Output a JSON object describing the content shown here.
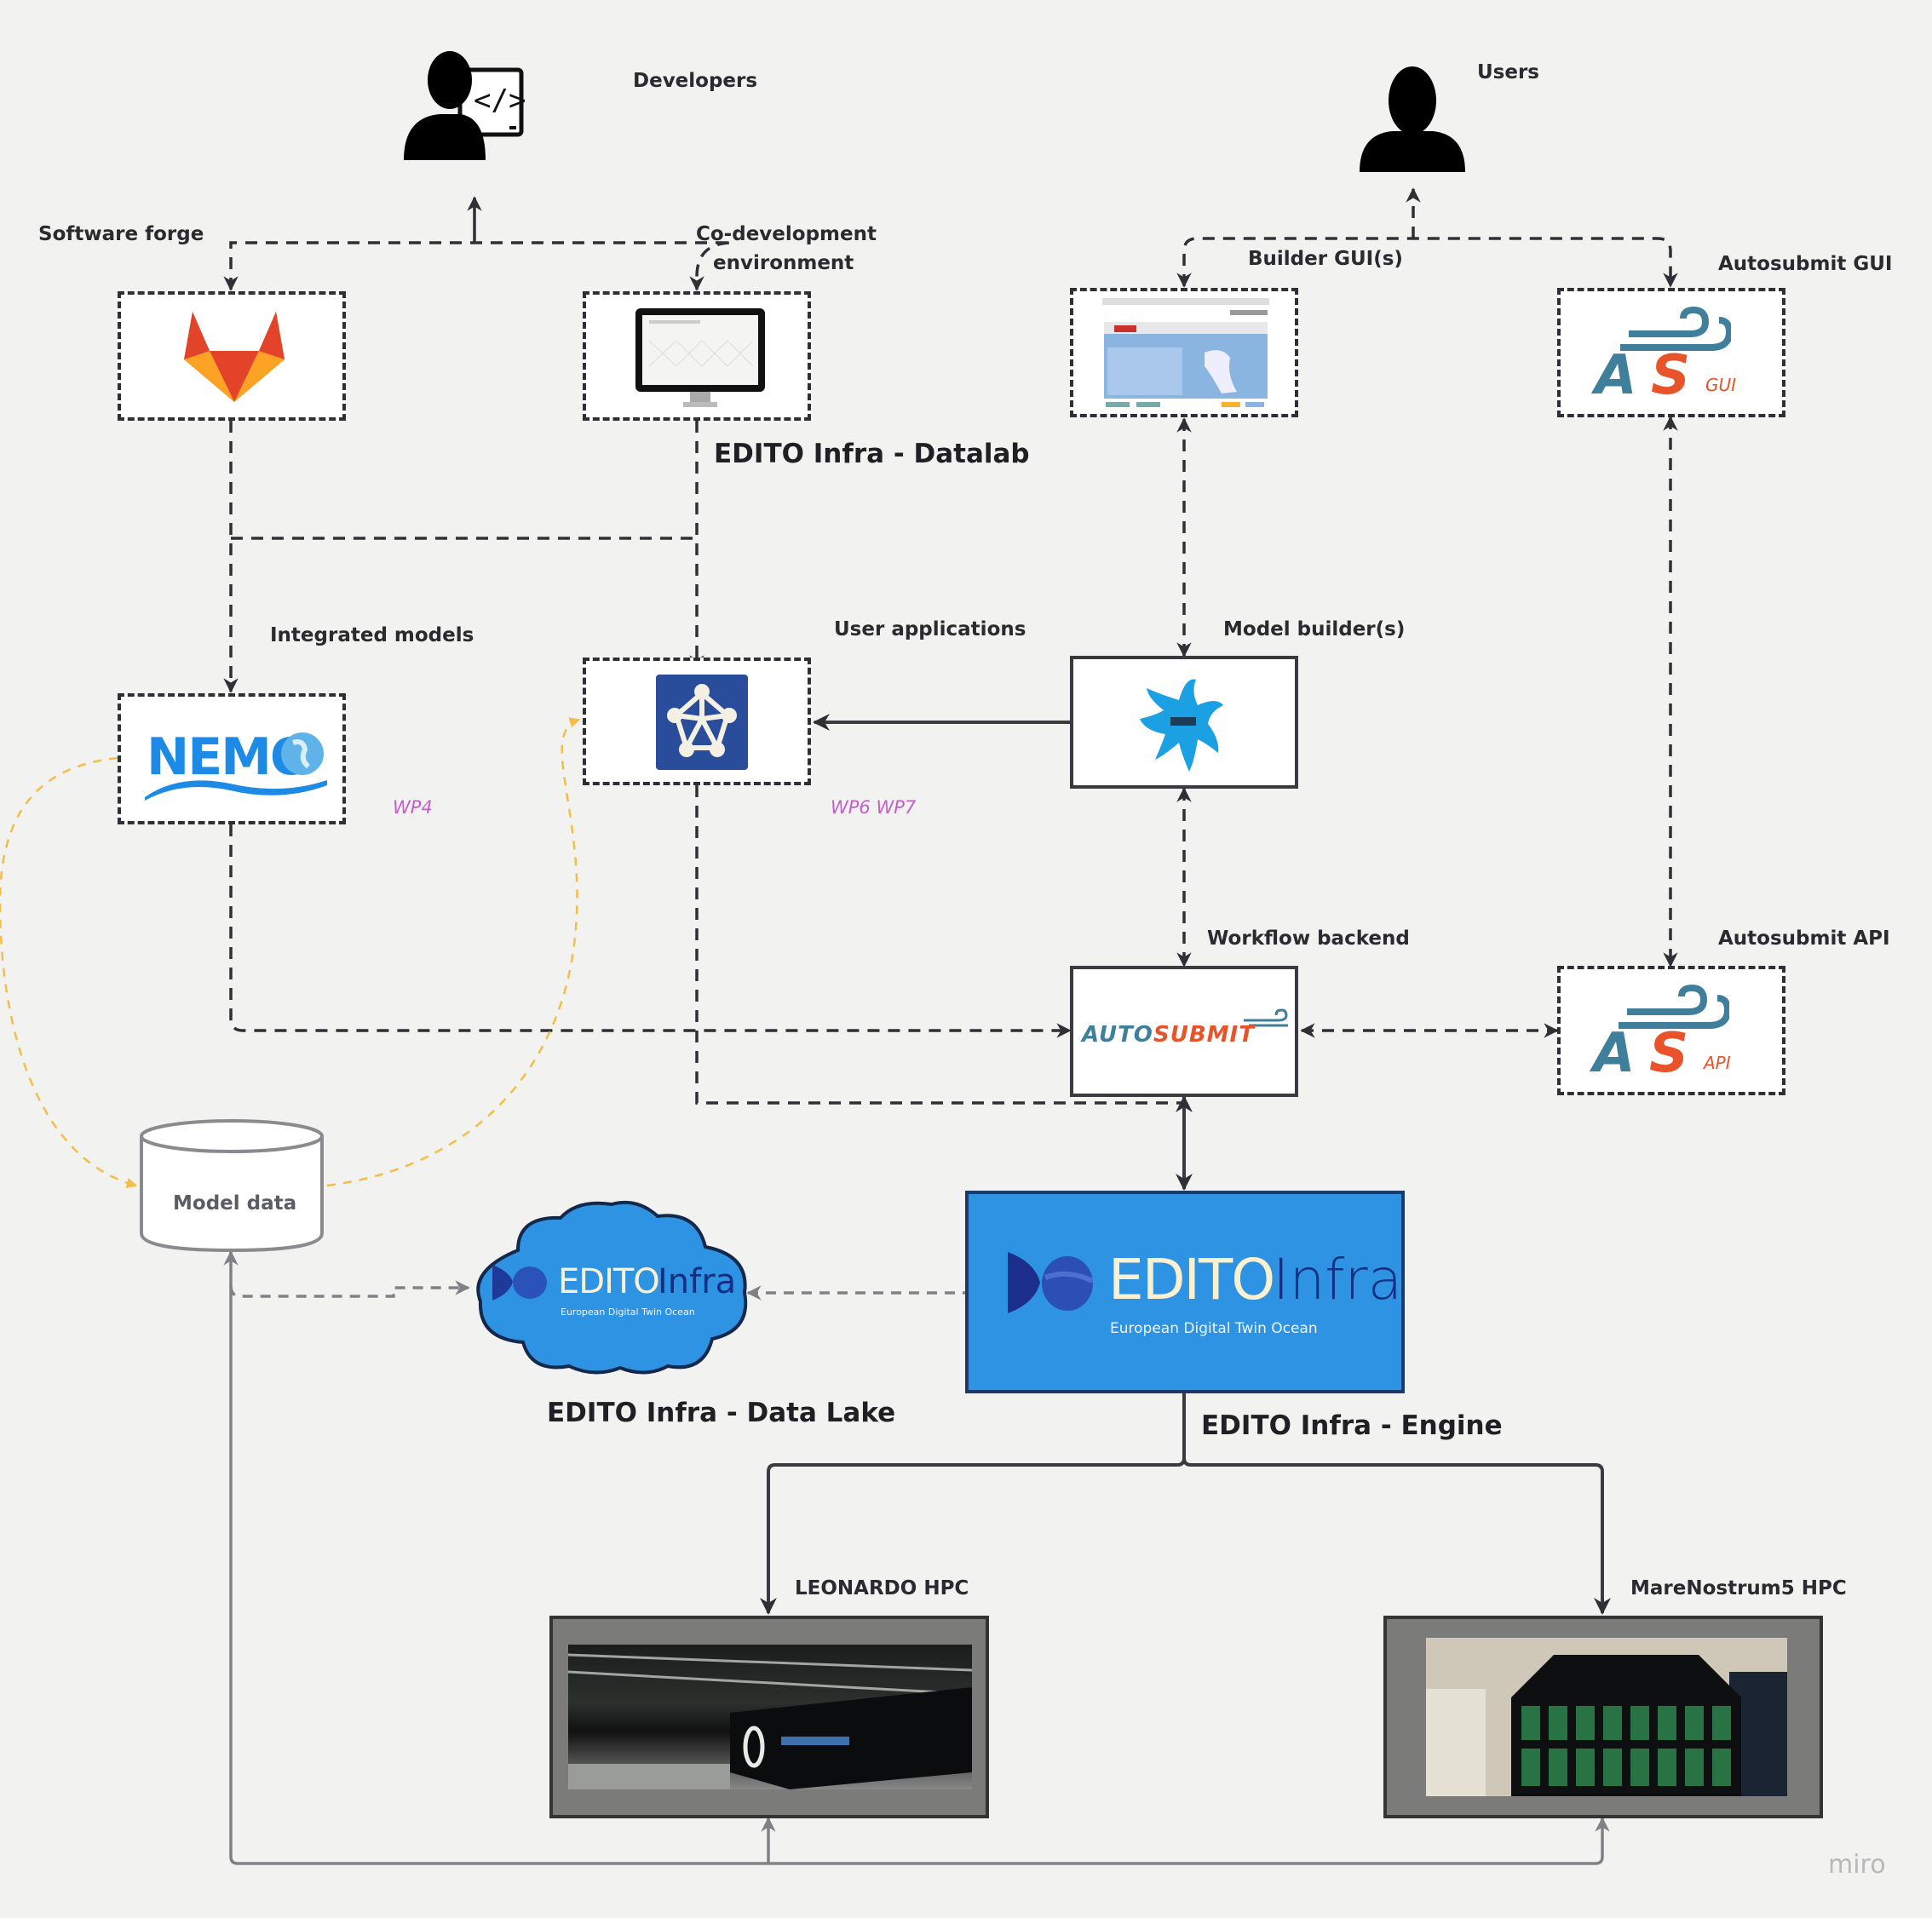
{
  "actors": {
    "developers": "Developers",
    "users": "Users"
  },
  "labels": {
    "software_forge": "Software forge",
    "co_development_line1": "Co-development",
    "co_development_line2": "environment",
    "datalab": "EDITO Infra - Datalab",
    "builder_gui": "Builder GUI(s)",
    "autosubmit_gui": "Autosubmit GUI",
    "integrated_models": "Integrated models",
    "user_applications": "User applications",
    "model_builders": "Model builder(s)",
    "workflow_backend": "Workflow backend",
    "autosubmit_api": "Autosubmit API",
    "model_data": "Model data",
    "data_lake": "EDITO Infra - Data Lake",
    "engine": "EDITO Infra - Engine",
    "leonardo": "LEONARDO HPC",
    "marenostrum": "MareNostrum5 HPC"
  },
  "annotations": {
    "wp_left": "WP4",
    "wp_right": "WP6 WP7"
  },
  "logos": {
    "nemo": "NEMO",
    "autosubmit_word_a": "AUTO",
    "autosubmit_word_b": "SUBMIT",
    "as_letters_a": "A",
    "as_letters_b": "S",
    "as_gui_suffix": "GUI",
    "as_api_suffix": "API",
    "edito_word": "EDITO",
    "infra_word": "Infra",
    "edito_tagline": "European Digital Twin Ocean",
    "code_glyph": "</>"
  },
  "watermark": "miro",
  "colors": {
    "background": "#f2f2f1",
    "edito_blue": "#2f93e4",
    "edito_dark": "#1b3a6a",
    "autosubmit_teal": "#3f7f9c",
    "autosubmit_orange": "#e8532a",
    "annotation_magenta": "#c45fc9",
    "flow_yellow": "#f3b52a"
  }
}
